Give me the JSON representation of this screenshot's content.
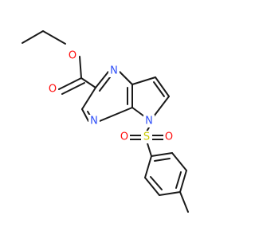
{
  "molecule": {
    "atoms": [
      {
        "id": "O_ester",
        "symbol": "O",
        "color": "#ff0d0d"
      },
      {
        "id": "O_carbonyl",
        "symbol": "O",
        "color": "#ff0d0d"
      },
      {
        "id": "N_top",
        "symbol": "N",
        "color": "#3050f8"
      },
      {
        "id": "N_bottom",
        "symbol": "N",
        "color": "#3050f8"
      },
      {
        "id": "N_pyrrole",
        "symbol": "N",
        "color": "#3050f8"
      },
      {
        "id": "S",
        "symbol": "S",
        "color": "#c8c800"
      },
      {
        "id": "O_sulf_left",
        "symbol": "O",
        "color": "#ff0d0d"
      },
      {
        "id": "O_sulf_right",
        "symbol": "O",
        "color": "#ff0d0d"
      }
    ],
    "bond_color": "#1a1a1a"
  }
}
